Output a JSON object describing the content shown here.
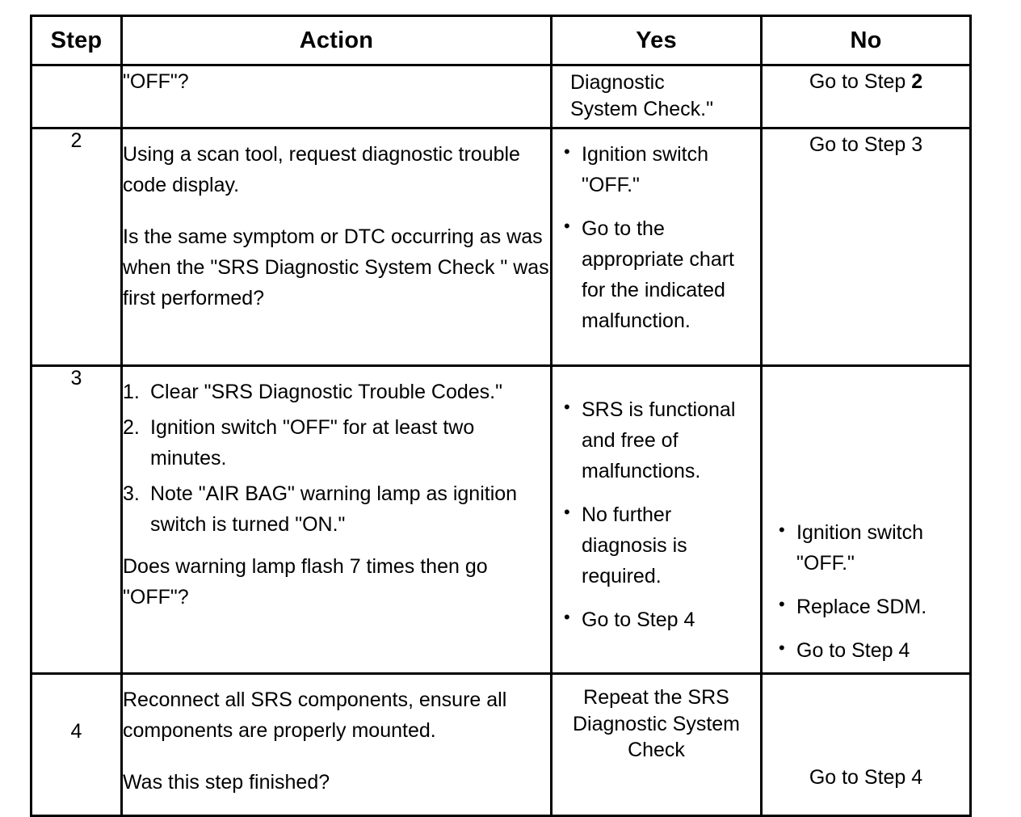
{
  "table": {
    "headers": {
      "step": "Step",
      "action": "Action",
      "yes": "Yes",
      "no": "No"
    },
    "rows": [
      {
        "step": "",
        "action_lines": [
          "\"OFF\"?"
        ],
        "yes_lines": [
          "Diagnostic",
          "System Check.\""
        ],
        "no_text": "Go to Step ",
        "no_bold_suffix": "2"
      },
      {
        "step": "2",
        "action_paragraph_1": "Using a scan tool, request diagnostic trouble code display.",
        "action_paragraph_2": "Is the same symptom or DTC occurring as was when the \"SRS Diagnostic System Check \" was first performed?",
        "yes_bullets": [
          "Ignition switch \"OFF.\"",
          "Go to the appropriate chart for the indicated malfunction."
        ],
        "no_text": "Go to Step 3"
      },
      {
        "step": "3",
        "action_numbered": [
          {
            "num": "1.",
            "text": "Clear \"SRS Diagnostic Trouble Codes.\""
          },
          {
            "num": "2.",
            "text": "Ignition switch \"OFF\" for at least two minutes."
          },
          {
            "num": "3.",
            "text": "Note \"AIR BAG\" warning lamp as ignition switch is turned \"ON.\""
          }
        ],
        "action_question": "Does warning lamp flash 7 times then go \"OFF\"?",
        "yes_bullets": [
          "SRS is functional and free of malfunctions.",
          "No further diagnosis is required.",
          "Go to Step 4"
        ],
        "no_bullets": [
          "Ignition switch \"OFF.\"",
          "Replace SDM.",
          "Go to Step 4"
        ]
      },
      {
        "step": "4",
        "action_paragraph_1": "Reconnect all SRS components, ensure all components are properly mounted.",
        "action_paragraph_2": "Was this step finished?",
        "yes_lines": [
          "Repeat the SRS",
          "Diagnostic System",
          "Check"
        ],
        "no_text": "Go to Step 4"
      }
    ],
    "bullet_glyph": "•",
    "colors": {
      "border": "#000000",
      "text": "#000000",
      "background": "#ffffff"
    }
  }
}
